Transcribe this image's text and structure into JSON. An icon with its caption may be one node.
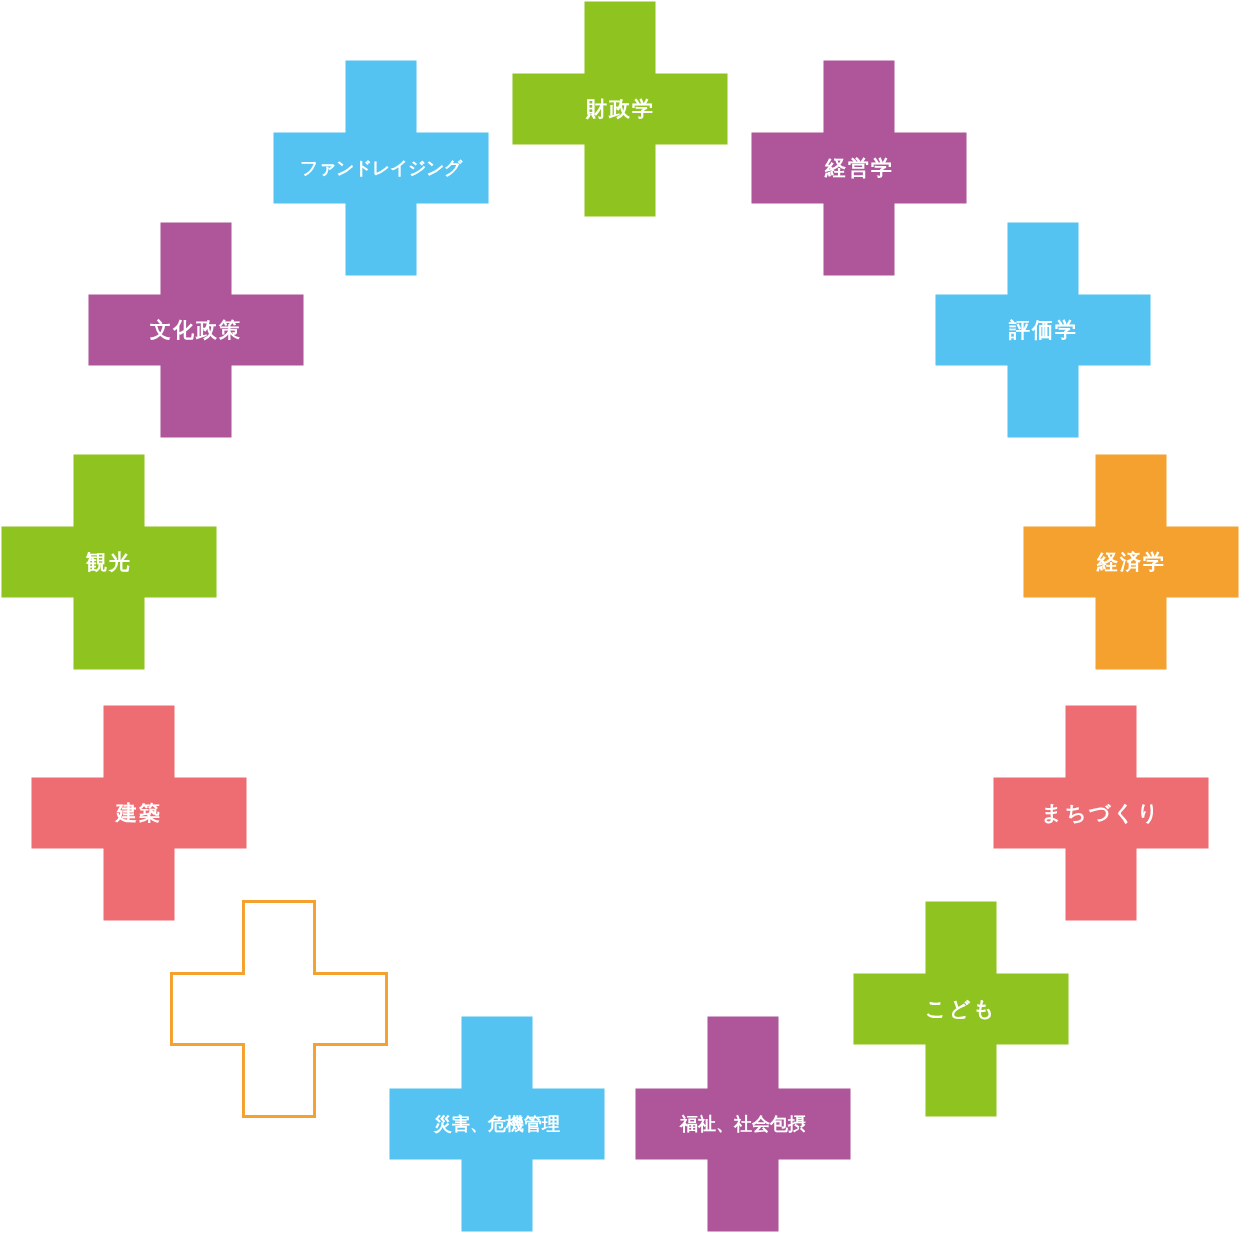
{
  "diagram": {
    "nodes": [
      {
        "text": [
          "財政学"
        ]
      },
      {
        "text": [
          "ファンドレイジング"
        ]
      },
      {
        "text": [
          "経営学"
        ]
      },
      {
        "text": [
          "文化政策"
        ]
      },
      {
        "text": [
          "評価学"
        ]
      },
      {
        "text": [
          "観光"
        ]
      },
      {
        "text": [
          "経済学"
        ]
      },
      {
        "text": [
          "建築"
        ]
      },
      {
        "text": [
          "まちづくり"
        ]
      },
      {
        "text": [],
        "shape": "cross"
      },
      {
        "text": [
          "こども"
        ]
      },
      {
        "text": [
          "災害、危機管理"
        ]
      },
      {
        "text": [
          "福祉、社会包摂"
        ]
      }
    ]
  }
}
